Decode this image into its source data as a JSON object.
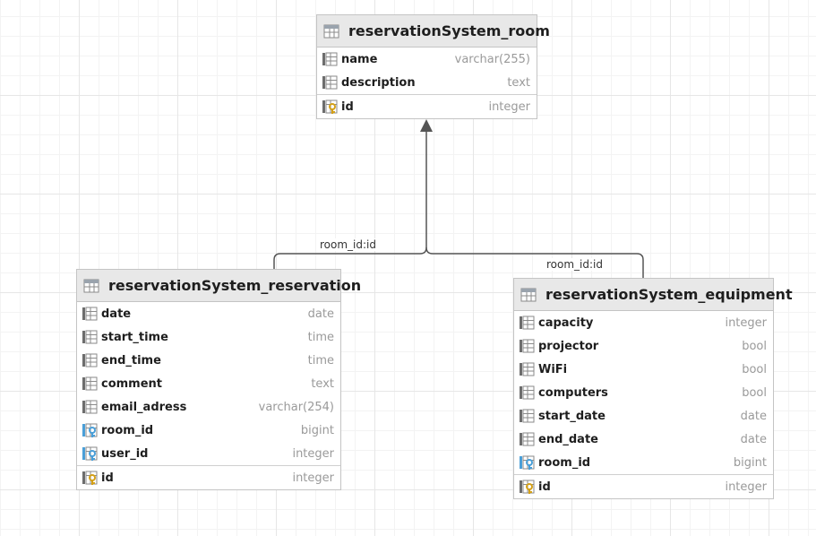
{
  "entities": {
    "room": {
      "title": "reservationSystem_room",
      "columns": [
        {
          "name": "name",
          "type": "varchar(255)"
        },
        {
          "name": "description",
          "type": "text"
        }
      ],
      "pk": {
        "name": "id",
        "type": "integer"
      }
    },
    "reservation": {
      "title": "reservationSystem_reservation",
      "columns": [
        {
          "name": "date",
          "type": "date"
        },
        {
          "name": "start_time",
          "type": "time"
        },
        {
          "name": "end_time",
          "type": "time"
        },
        {
          "name": "comment",
          "type": "text"
        },
        {
          "name": "email_adress",
          "type": "varchar(254)"
        },
        {
          "name": "room_id",
          "type": "bigint",
          "fk": true
        },
        {
          "name": "user_id",
          "type": "integer",
          "fk": true
        }
      ],
      "pk": {
        "name": "id",
        "type": "integer"
      }
    },
    "equipment": {
      "title": "reservationSystem_equipment",
      "columns": [
        {
          "name": "capacity",
          "type": "integer"
        },
        {
          "name": "projector",
          "type": "bool"
        },
        {
          "name": "WiFi",
          "type": "bool"
        },
        {
          "name": "computers",
          "type": "bool"
        },
        {
          "name": "start_date",
          "type": "date"
        },
        {
          "name": "end_date",
          "type": "date"
        },
        {
          "name": "room_id",
          "type": "bigint",
          "fk": true
        }
      ],
      "pk": {
        "name": "id",
        "type": "integer"
      }
    }
  },
  "relations": [
    {
      "from": "reservationSystem_reservation",
      "to": "reservationSystem_room",
      "label": "room_id:id"
    },
    {
      "from": "reservationSystem_equipment",
      "to": "reservationSystem_room",
      "label": "room_id:id"
    }
  ],
  "colors": {
    "header_bg": "#e8e8e8",
    "border": "#c4c4c4",
    "edge": "#555555",
    "key_gold": "#d4a017",
    "key_blue": "#4a9fd8"
  },
  "icons": {
    "table": "table-icon",
    "column": "column-icon",
    "foreign_key": "foreign-key-icon",
    "primary_key": "primary-key-icon"
  }
}
